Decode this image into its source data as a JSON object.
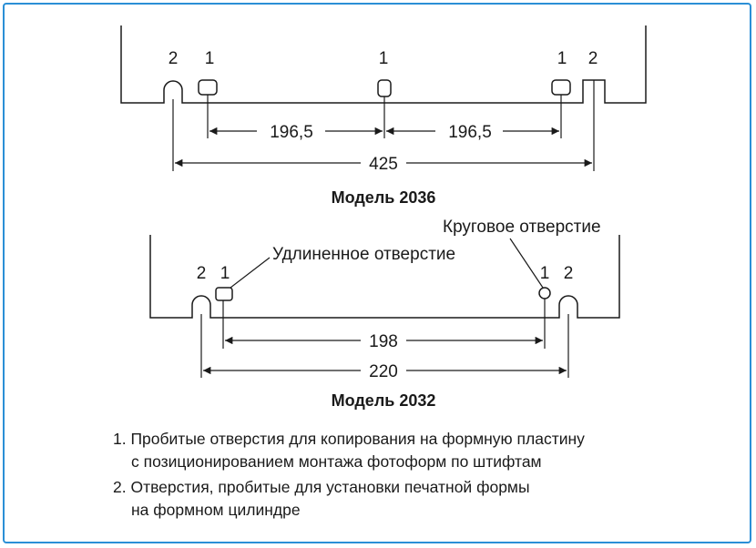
{
  "model_2036": {
    "caption": "Модель 2036",
    "markers": [
      "2",
      "1",
      "1",
      "1",
      "2"
    ],
    "dim_left": "196,5",
    "dim_right": "196,5",
    "dim_total": "425"
  },
  "model_2032": {
    "caption": "Модель 2032",
    "markers": [
      "2",
      "1",
      "1",
      "2"
    ],
    "label_elongated": "Удлиненное отверстие",
    "label_round": "Круговое отверстие",
    "dim_inner": "198",
    "dim_total": "220"
  },
  "notes": {
    "line1": "1. Пробитые отверстия для копирования на формную пластину",
    "line2": "с позиционированием монтажа фотоформ по штифтам",
    "line3": "2. Отверстия, пробитые для установки печатной формы",
    "line4": "на формном цилиндре"
  },
  "colors": {
    "frame": "#2b8fd6",
    "ink": "#1a1a1a"
  }
}
